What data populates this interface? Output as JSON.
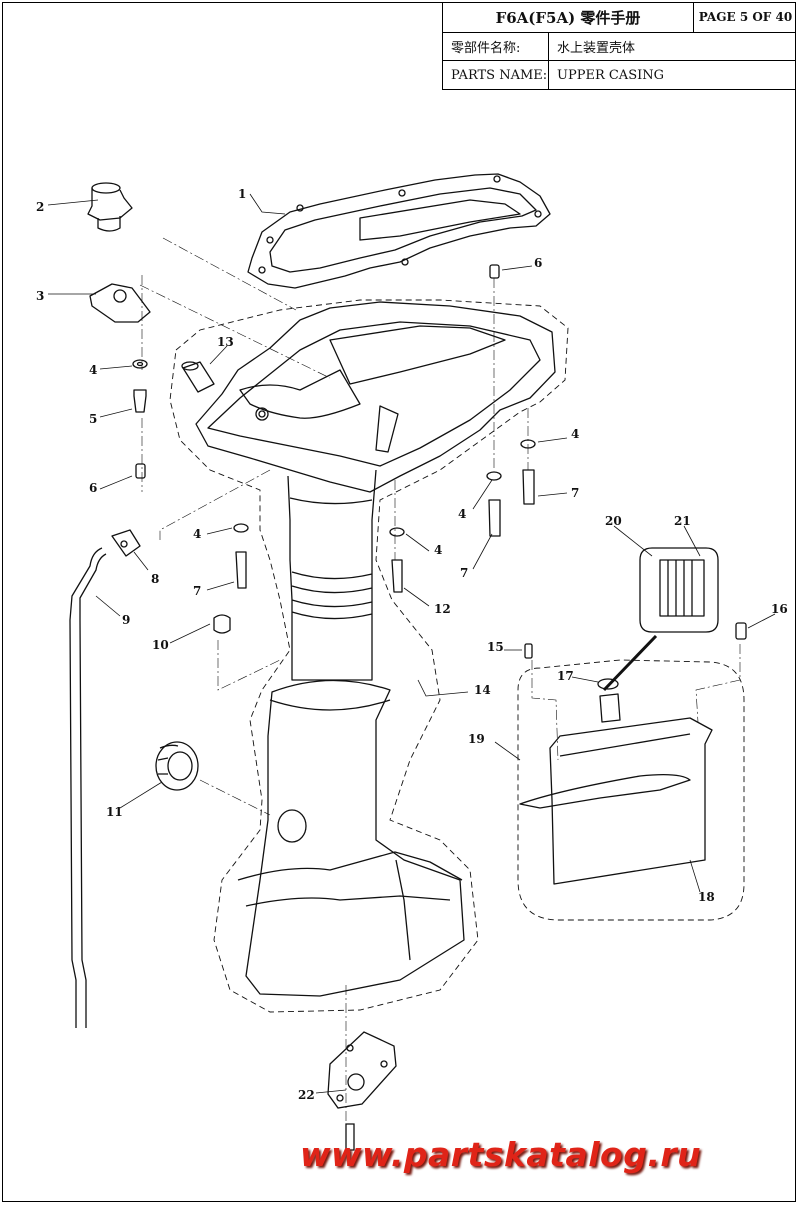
{
  "title_block": {
    "model": "F6A(F5A) 零件手册",
    "page": "PAGE 5 OF 40",
    "name_label_cn": "零部件名称:",
    "name_value_cn": "水上装置壳体",
    "name_label_en": "PARTS NAME:",
    "name_value_en": "UPPER CASING"
  },
  "callouts": [
    {
      "id": "c1",
      "label": "1"
    },
    {
      "id": "c2",
      "label": "2"
    },
    {
      "id": "c3",
      "label": "3"
    },
    {
      "id": "c4a",
      "label": "4"
    },
    {
      "id": "c5",
      "label": "5"
    },
    {
      "id": "c6a",
      "label": "6"
    },
    {
      "id": "c6b",
      "label": "6"
    },
    {
      "id": "c13",
      "label": "13"
    },
    {
      "id": "c4b",
      "label": "4"
    },
    {
      "id": "c7a",
      "label": "7"
    },
    {
      "id": "c4c",
      "label": "4"
    },
    {
      "id": "c7b",
      "label": "7"
    },
    {
      "id": "c4d",
      "label": "4"
    },
    {
      "id": "c7c",
      "label": "7"
    },
    {
      "id": "c4e",
      "label": "4"
    },
    {
      "id": "c12",
      "label": "12"
    },
    {
      "id": "c8",
      "label": "8"
    },
    {
      "id": "c9",
      "label": "9"
    },
    {
      "id": "c10",
      "label": "10"
    },
    {
      "id": "c20",
      "label": "20"
    },
    {
      "id": "c21",
      "label": "21"
    },
    {
      "id": "c16",
      "label": "16"
    },
    {
      "id": "c15",
      "label": "15"
    },
    {
      "id": "c17",
      "label": "17"
    },
    {
      "id": "c14",
      "label": "14"
    },
    {
      "id": "c19",
      "label": "19"
    },
    {
      "id": "c11",
      "label": "11"
    },
    {
      "id": "c18",
      "label": "18"
    },
    {
      "id": "c22",
      "label": "22"
    }
  ],
  "watermark": "www.partskatalog.ru",
  "colors": {
    "line": "#111111",
    "watermark": "#e02418"
  }
}
